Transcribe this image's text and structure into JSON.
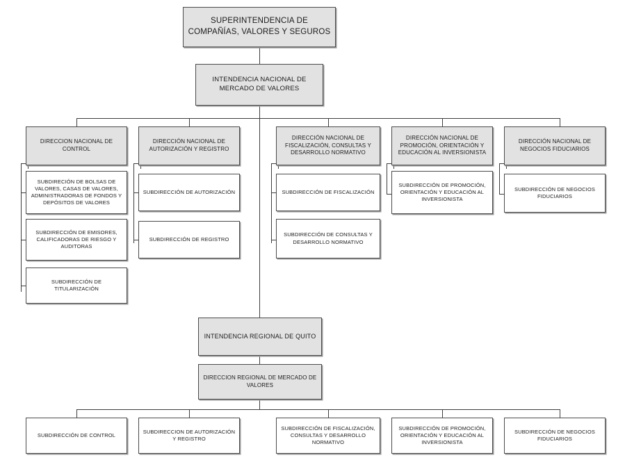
{
  "diagram": {
    "title": "Organigrama Superintendencia de Compañías, Valores y Seguros",
    "type": "organizational-chart",
    "colors": {
      "shaded_box_fill": "#e2e2e2",
      "plain_box_fill": "#ffffff",
      "border": "#4a4a4a",
      "connector": "#3d3d3d",
      "text": "#1a1a1a",
      "background": "#ffffff"
    },
    "root": "SUPERINTENDENCIA DE COMPAÑÍAS, VALORES Y SEGUROS",
    "level2": "INTENDENCIA NACIONAL DE MERCADO DE VALORES",
    "national_directions": [
      {
        "label": "DIRECCION NACIONAL DE CONTROL",
        "subdirections": [
          "SUBDIRECIÓN DE BOLSAS DE VALORES, CASAS DE VALORES, ADMINISTRADORAS DE FONDOS Y DEPÓSITOS DE VALORES",
          "SUBDIRECCIÓN DE EMISORES, CALIFICADORAS DE RIESGO Y AUDITORAS",
          "SUBDIRECCIÓN DE TITULARIZACIÓN"
        ]
      },
      {
        "label": "DIRECCIÓN NACIONAL DE AUTORIZACIÓN Y REGISTRO",
        "subdirections": [
          "SUBDIRECCIÓN DE AUTORIZACIÓN",
          "SUBDIRECCIÓN DE REGISTRO"
        ]
      },
      {
        "label": "DIRECCIÓN NACIONAL DE FISCALIZACIÓN, CONSULTAS Y DESARROLLO NORMATIVO",
        "subdirections": [
          "SUBDIRECCIÓN DE FISCALIZACIÓN",
          "SUBDIRECCIÓN DE CONSULTAS Y DESARROLLO NORMATIVO"
        ]
      },
      {
        "label": "DIRECCIÓN NACIONAL DE PROMOCIÓN, ORIENTACIÓN Y EDUCACIÓN AL INVERSIONISTA",
        "subdirections": [
          "SUBDIRECCIÓN DE PROMOCIÓN, ORIENTACIÓN Y EDUCACIÓN AL INVERSIONISTA"
        ]
      },
      {
        "label": "DIRECCIÓN NACIONAL DE NEGOCIOS FIDUCIARIOS",
        "subdirections": [
          "SUBDIRECCIÓN DE NEGOCIOS FIDUCIARIOS"
        ]
      }
    ],
    "regional": {
      "intendencia": "INTENDENCIA REGIONAL DE QUITO",
      "direccion": "DIRECCION REGIONAL DE MERCADO DE VALORES",
      "subdirections": [
        "SUBDIRECCIÓN DE CONTROL",
        "SUBDIRECCION DE AUTORIZACIÓN Y REGISTRO",
        "SUBDIRECCIÓN DE FISCALIZACIÓN, CONSULTAS Y DESARROLLO NORMATIVO",
        "SUBDIRECCIÓN DE PROMOCIÓN, ORIENTACIÓN Y EDUCACIÓN AL INVERSIONISTA",
        "SUBDIRECCIÓN DE NEGOCIOS FIDUCIARIOS"
      ]
    }
  }
}
